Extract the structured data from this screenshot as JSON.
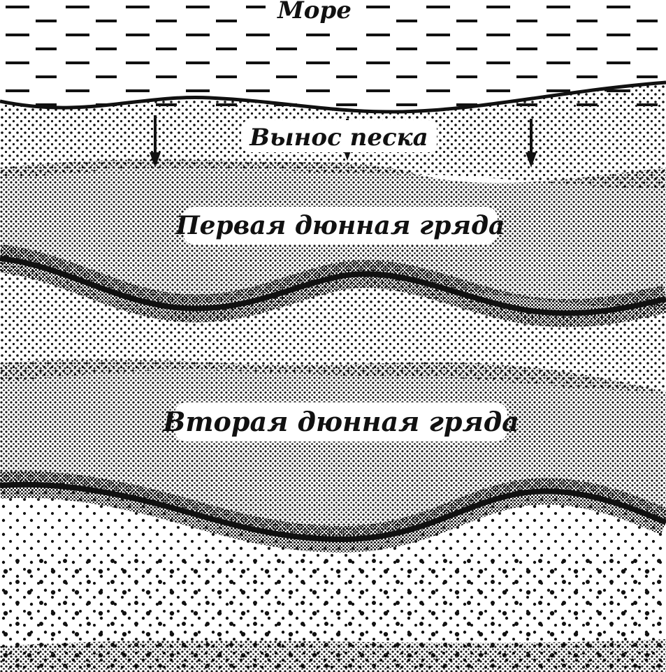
{
  "labels": {
    "sea": "Море",
    "sand_outflow": "Вынос песка",
    "first_ridge": "Первая дюнная гряда",
    "second_ridge": "Вторая дюнная гряда"
  },
  "colors": {
    "ink": "#111111",
    "paper": "#ffffff"
  },
  "icons": {
    "arrow": "arrow-down-icon"
  }
}
